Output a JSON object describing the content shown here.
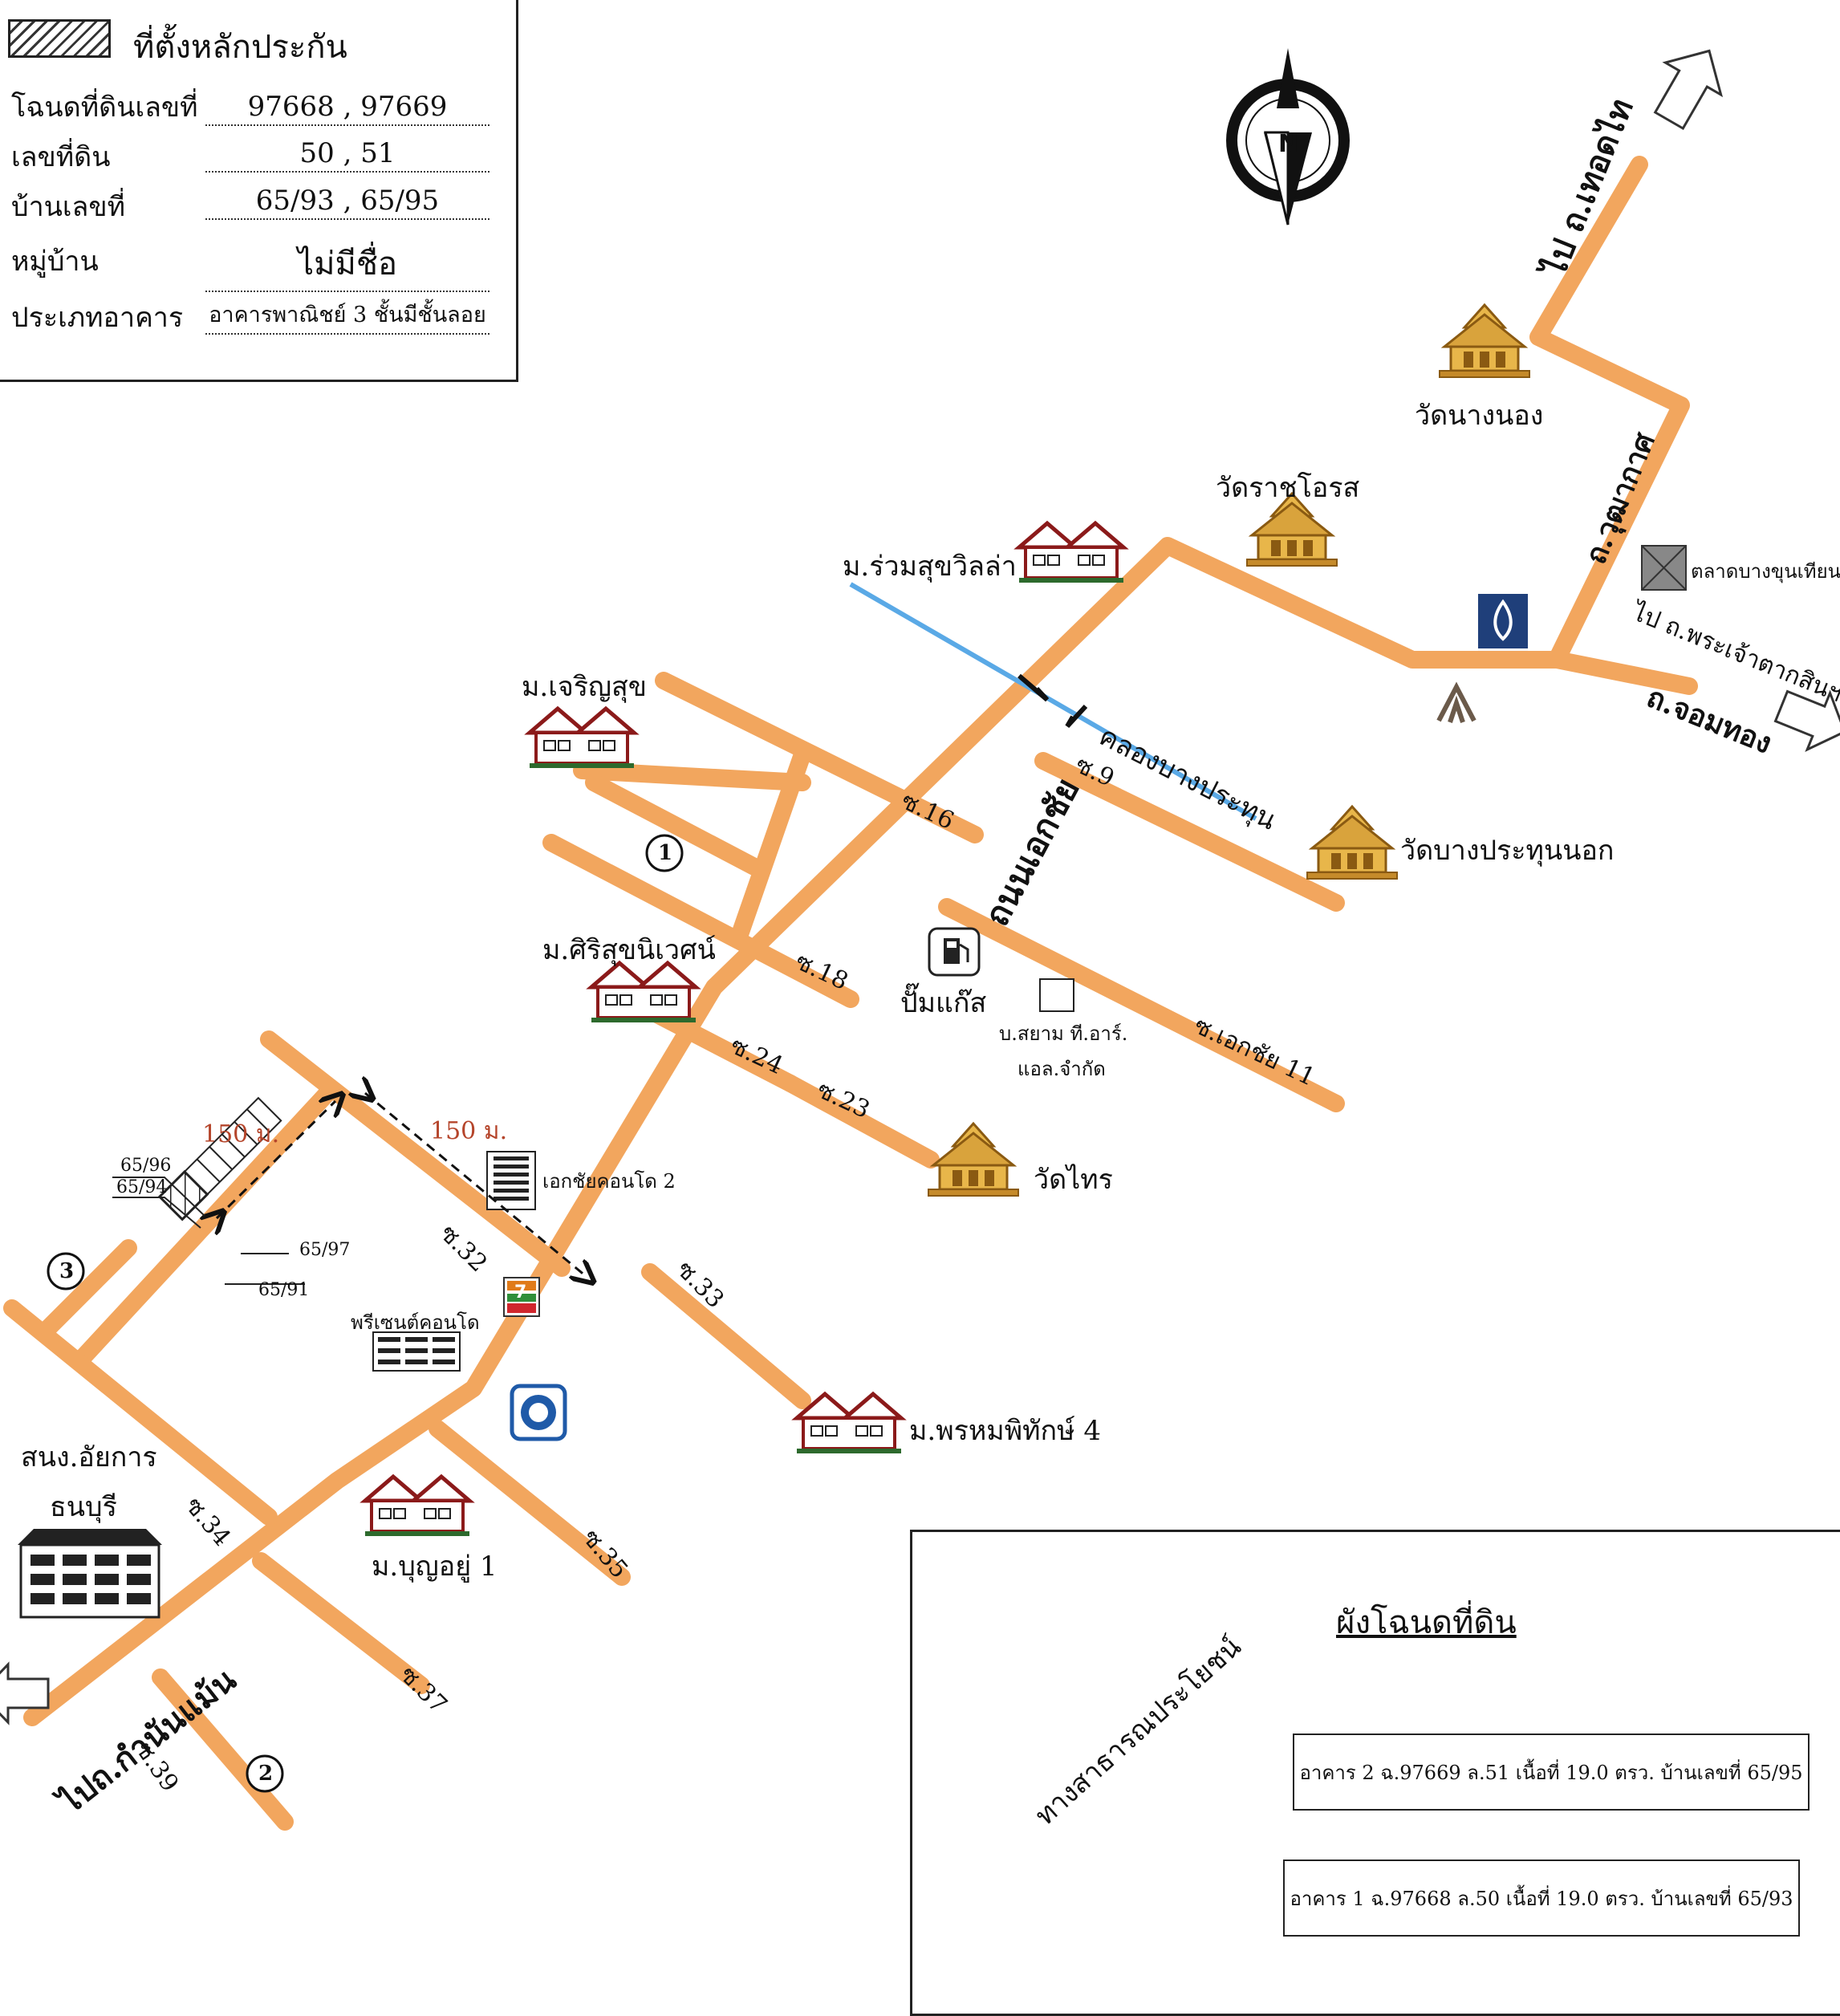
{
  "info": {
    "legend_label": "ที่ตั้งหลักประกัน",
    "rows": [
      {
        "label": "โฉนดที่ดินเลขที่",
        "value": "97668 , 97669"
      },
      {
        "label": "เลขที่ดิน",
        "value": "50 , 51"
      },
      {
        "label": "บ้านเลขที่",
        "value": "65/93 , 65/95"
      },
      {
        "label": "หมู่บ้าน",
        "value": "ไม่มีชื่อ"
      },
      {
        "label": "ประเภทอาคาร",
        "value": "อาคารพาณิชย์ 3 ชั้นมีชั้นลอย"
      }
    ]
  },
  "compass": {
    "letter": "N"
  },
  "roads": {
    "main": "ถนนเอกชัย",
    "to_thoet_thai": "ไป ถ.เทอดไท",
    "wutthakat": "ถ.วุฒากาศ",
    "chom_thong": "ถ.จอมทอง",
    "to_kamnan_maen": "ไปถ.กำนันแม้น",
    "to_phra_chao_tak": "ไป ถ.พระเจ้าตากสินฯ"
  },
  "sois": [
    "ซ.9",
    "ซ.16",
    "ซ.18",
    "ซ.24",
    "ซ.23",
    "ซ.เอกชัย 11",
    "ซ.32",
    "ซ.33",
    "ซ.34",
    "ซ.35",
    "ซ.37",
    "ซ.39"
  ],
  "landmarks": {
    "wat_nang_nong": "วัดนางนอง",
    "wat_ratcha_oros": "วัดราชโอรส",
    "ruam_suk_villa": "ม.ร่วมสุขวิลล่า",
    "charoen_suk": "ม.เจริญสุข",
    "canal": "คลองบางประทุน",
    "wat_bang_prathun_nok": "วัดบางประทุนนอก",
    "siri_suk": "ม.ศิริสุขนิเวศน์",
    "gas": "ปั๊มแก๊ส",
    "siam_tr_1": "บ.สยาม ที.อาร์.",
    "siam_tr_2": "แอล.จำกัด",
    "wat_sai": "วัดไทร",
    "ekachai_condo": "เอกชัยคอนโด 2",
    "president_condo": "พรีเซนต์คอนโด",
    "prompiphat": "ม.พรหมพิทักษ์ 4",
    "attorney_1": "สนง.อัยการ",
    "attorney_2": "ธนบุรี",
    "bunyu": "ม.บุญอยู่ 1",
    "market": "ตลาดบางขุนเทียน",
    "seven_eleven": "7"
  },
  "distances": [
    "150 ม.",
    "150 ม."
  ],
  "parcels": [
    "65/96",
    "65/94",
    "65/97",
    "65/91"
  ],
  "circles": [
    "1",
    "2",
    "3"
  ],
  "plan": {
    "title": "ผังโฉนดที่ดิน",
    "public_way": "ทางสาธารณประโยชน์",
    "building2": "อาคาร 2 ฉ.97669 ล.51 เนื้อที่ 19.0 ตรว. บ้านเลขที่ 65/95",
    "building1": "อาคาร 1 ฉ.97668 ล.50 เนื้อที่ 19.0 ตรว. บ้านเลขที่ 65/93"
  },
  "colors": {
    "road": "#f2a65e",
    "canal": "#5aa9e6",
    "temple": "#d9a33c",
    "house_roof": "#8b1a1a",
    "bank_blue": "#1f3f7a",
    "distance_red": "#b5452b"
  }
}
